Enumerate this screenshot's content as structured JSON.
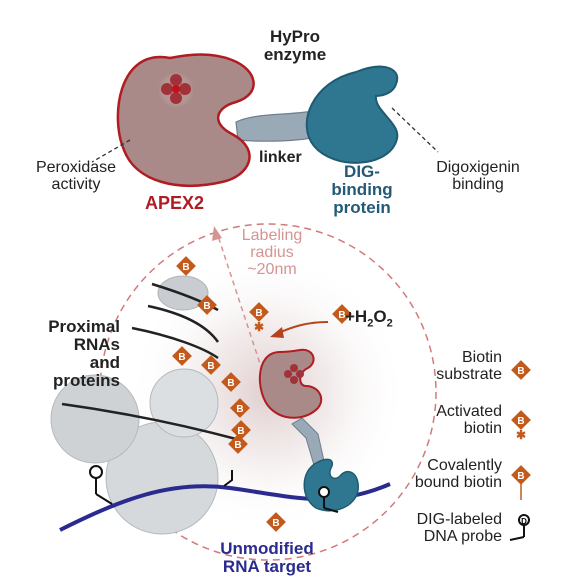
{
  "enzyme": {
    "title_line1": "HyPro",
    "title_line2": "enzyme",
    "linker": "linker",
    "apex2": "APEX2",
    "dig_line1": "DIG-",
    "dig_line2": "binding",
    "dig_line3": "protein",
    "peroxidase_line1": "Peroxidase",
    "peroxidase_line2": "activity",
    "digoxigenin_line1": "Digoxigenin",
    "digoxigenin_line2": "binding"
  },
  "labeling": {
    "line1": "Labeling",
    "line2": "radius",
    "line3": "~20nm",
    "h2o2": "+H",
    "h2o2_sub1": "2",
    "h2o2_o": "O",
    "h2o2_sub2": "2"
  },
  "proximal": {
    "line1": "Proximal",
    "line2": "RNAs",
    "line3": "and",
    "line4": "proteins"
  },
  "target": {
    "line1": "Unmodified",
    "line2": "RNA target"
  },
  "legend": {
    "biotin_substrate_1": "Biotin",
    "biotin_substrate_2": "substrate",
    "activated_1": "Activated",
    "activated_2": "biotin",
    "covalent_1": "Covalently",
    "covalent_2": "bound biotin",
    "probe_1": "DIG-labeled",
    "probe_2": "DNA probe"
  },
  "badge_letter": "B",
  "probe_letter": "D",
  "colors": {
    "apex_fill": "#a98a88",
    "apex_stroke": "#b01c22",
    "dig_fill": "#2f7790",
    "dig_text": "#245a78",
    "apex_text": "#b01c22",
    "biotin_badge": "#c35a1c",
    "rna_target": "#2a2a8f",
    "radius_text": "#d49493",
    "h2o2_arrow": "#b5441d"
  }
}
